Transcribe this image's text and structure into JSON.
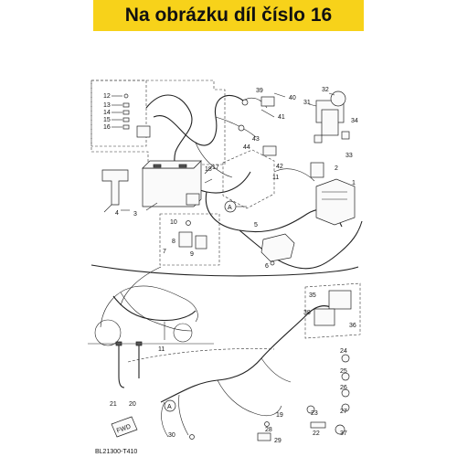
{
  "banner": {
    "text": "Na obrázku díl číslo 16",
    "color": "#f7d21a"
  },
  "diagram": {
    "code": "BL21300-T410",
    "callouts": [
      "1",
      "2",
      "3",
      "4",
      "5",
      "6",
      "7",
      "8",
      "9",
      "10",
      "11",
      "12",
      "13",
      "14",
      "15",
      "16",
      "17",
      "18",
      "19",
      "20",
      "21",
      "22",
      "23",
      "24",
      "25",
      "26",
      "27",
      "28",
      "29",
      "30",
      "31",
      "32",
      "33",
      "34",
      "35",
      "36",
      "37",
      "38",
      "39",
      "40",
      "41",
      "42",
      "43",
      "44"
    ],
    "connector_marker": "A",
    "direction_badge": "FWD"
  }
}
